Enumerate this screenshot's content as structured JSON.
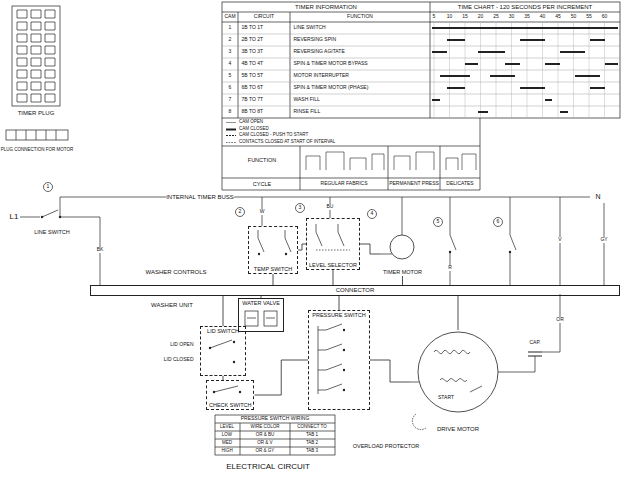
{
  "diagram": {
    "caption": "ELECTRICAL CIRCUIT",
    "nodes": [
      {
        "text": [
          "TEMP SWITCH"
        ]
      },
      {
        "text": [
          "LEVEL SELECTOR"
        ]
      },
      {
        "text": [
          "TIMER MOTOR"
        ]
      },
      {
        "text": [
          "CONNECTOR"
        ]
      },
      {
        "text": [
          "WATER VALVE"
        ]
      },
      {
        "text": [
          "PRESSURE SWITCH"
        ]
      },
      {
        "text": [
          "LID SWITCH"
        ]
      },
      {
        "text": [
          "CHECK SWITCH"
        ]
      },
      {
        "text": [
          "DRIVE MOTOR"
        ]
      }
    ],
    "edges": [
      {
        "from": 0,
        "to": 1,
        "arrow": "none"
      },
      {
        "from": 1,
        "to": 2,
        "arrow": "none"
      },
      {
        "from": 0,
        "to": 3,
        "arrow": "none"
      },
      {
        "from": 1,
        "to": 3,
        "arrow": "none"
      },
      {
        "from": 2,
        "to": 3,
        "arrow": "none"
      },
      {
        "from": 3,
        "to": 4,
        "arrow": "none"
      },
      {
        "from": 3,
        "to": 5,
        "arrow": "none"
      },
      {
        "from": 3,
        "to": 6,
        "arrow": "none"
      },
      {
        "from": 3,
        "to": 8,
        "arrow": "none"
      },
      {
        "from": 6,
        "to": 7,
        "arrow": "none"
      },
      {
        "from": 5,
        "to": 8,
        "arrow": "none"
      },
      {
        "from": 7,
        "to": 5,
        "arrow": "none"
      }
    ],
    "labels": [
      "TIMER PLUG",
      "PLUG CONNECTION FOR MOTOR",
      "TIMER INFORMATION",
      "TIME CHART - 120 SECONDS PER INCREMENT",
      "CAM",
      "CIRCUIT",
      "FUNCTION",
      "5",
      "10",
      "15",
      "20",
      "25",
      "30",
      "35",
      "40",
      "45",
      "50",
      "55",
      "60",
      "1",
      "1B TO 1T",
      "LINE SWITCH",
      "2",
      "2B TO 2T",
      "REVERSING SPIN",
      "3",
      "3B TO 3T",
      "REVERSING AGITATE",
      "4",
      "4B TO 4T",
      "SPIN & TIMER MOTOR BYPASS",
      "5",
      "5B TO 5T",
      "MOTOR INTERRUPTER",
      "6",
      "6B TO 6T",
      "SPIN & TIMER MOTOR (PHASE)",
      "7",
      "7B TO 7T",
      "WASH FILL",
      "8",
      "8B TO 8T",
      "RINSE FILL",
      "FUNCTION",
      "CYCLE",
      "REGULAR FABRICS",
      "PERMANENT PRESS",
      "DELICATES",
      "L1",
      "1",
      "LINE SWITCH",
      "INTERNAL TIMER BUSS",
      "N",
      "2",
      "3",
      "4",
      "5",
      "6",
      "WASHER CONTROLS",
      "WASHER UNIT",
      "LID OPEN",
      "LID CLOSED",
      "START",
      "CAP.",
      "OVERLOAD PROTECTOR",
      "PRESSURE SWITCH WIRING",
      "LEVEL",
      "WIRE COLOR",
      "CONNECT TO",
      "LOW",
      "OR & BU",
      "TAB 1",
      "MED",
      "OR & V",
      "TAB 2",
      "HIGH",
      "OR & GY",
      "TAB 3",
      "BK",
      "W",
      "BU",
      "R",
      "V",
      "GY",
      "OR"
    ],
    "legend": [
      {
        "text": "CAM OPEN"
      },
      {
        "text": "CAM CLOSED"
      },
      {
        "text": "CAM CLOSED - PUSH TO START"
      },
      {
        "text": "CONTACTS CLOSED AT START OF INTERVAL"
      }
    ]
  }
}
